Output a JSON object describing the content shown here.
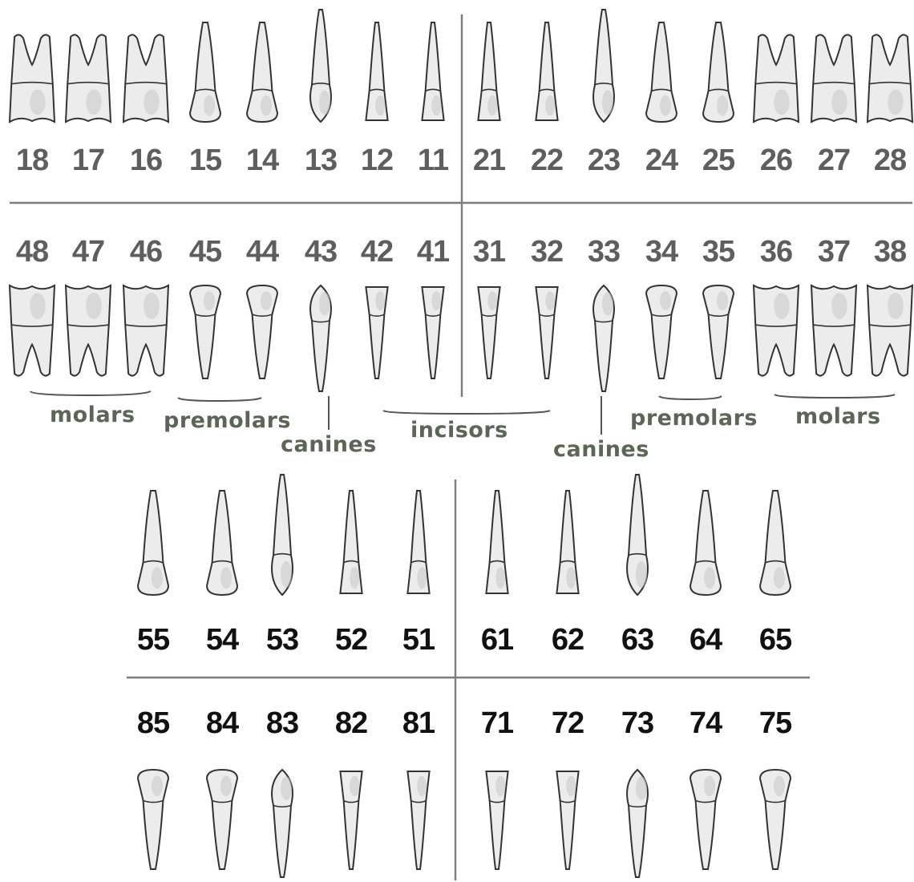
{
  "permanent": {
    "upper_right": [
      "18",
      "17",
      "16",
      "15",
      "14",
      "13",
      "12",
      "11"
    ],
    "upper_left": [
      "21",
      "22",
      "23",
      "24",
      "25",
      "26",
      "27",
      "28"
    ],
    "lower_right": [
      "48",
      "47",
      "46",
      "45",
      "44",
      "43",
      "42",
      "41"
    ],
    "lower_left": [
      "31",
      "32",
      "33",
      "34",
      "35",
      "36",
      "37",
      "38"
    ]
  },
  "primary": {
    "upper_right": [
      "55",
      "54",
      "53",
      "52",
      "51"
    ],
    "upper_left": [
      "61",
      "62",
      "63",
      "64",
      "65"
    ],
    "lower_right": [
      "85",
      "84",
      "83",
      "82",
      "81"
    ],
    "lower_left": [
      "71",
      "72",
      "73",
      "74",
      "75"
    ]
  },
  "labels": {
    "molars_right": "molars",
    "premolars_right": "premolars",
    "canines_right": "canines",
    "incisors": "incisors",
    "canines_left": "canines",
    "premolars_left": "premolars",
    "molars_left": "molars"
  },
  "colors": {
    "permanent_number": "#5e5e5e",
    "primary_number": "#111111",
    "label_text": "#5b6657"
  }
}
